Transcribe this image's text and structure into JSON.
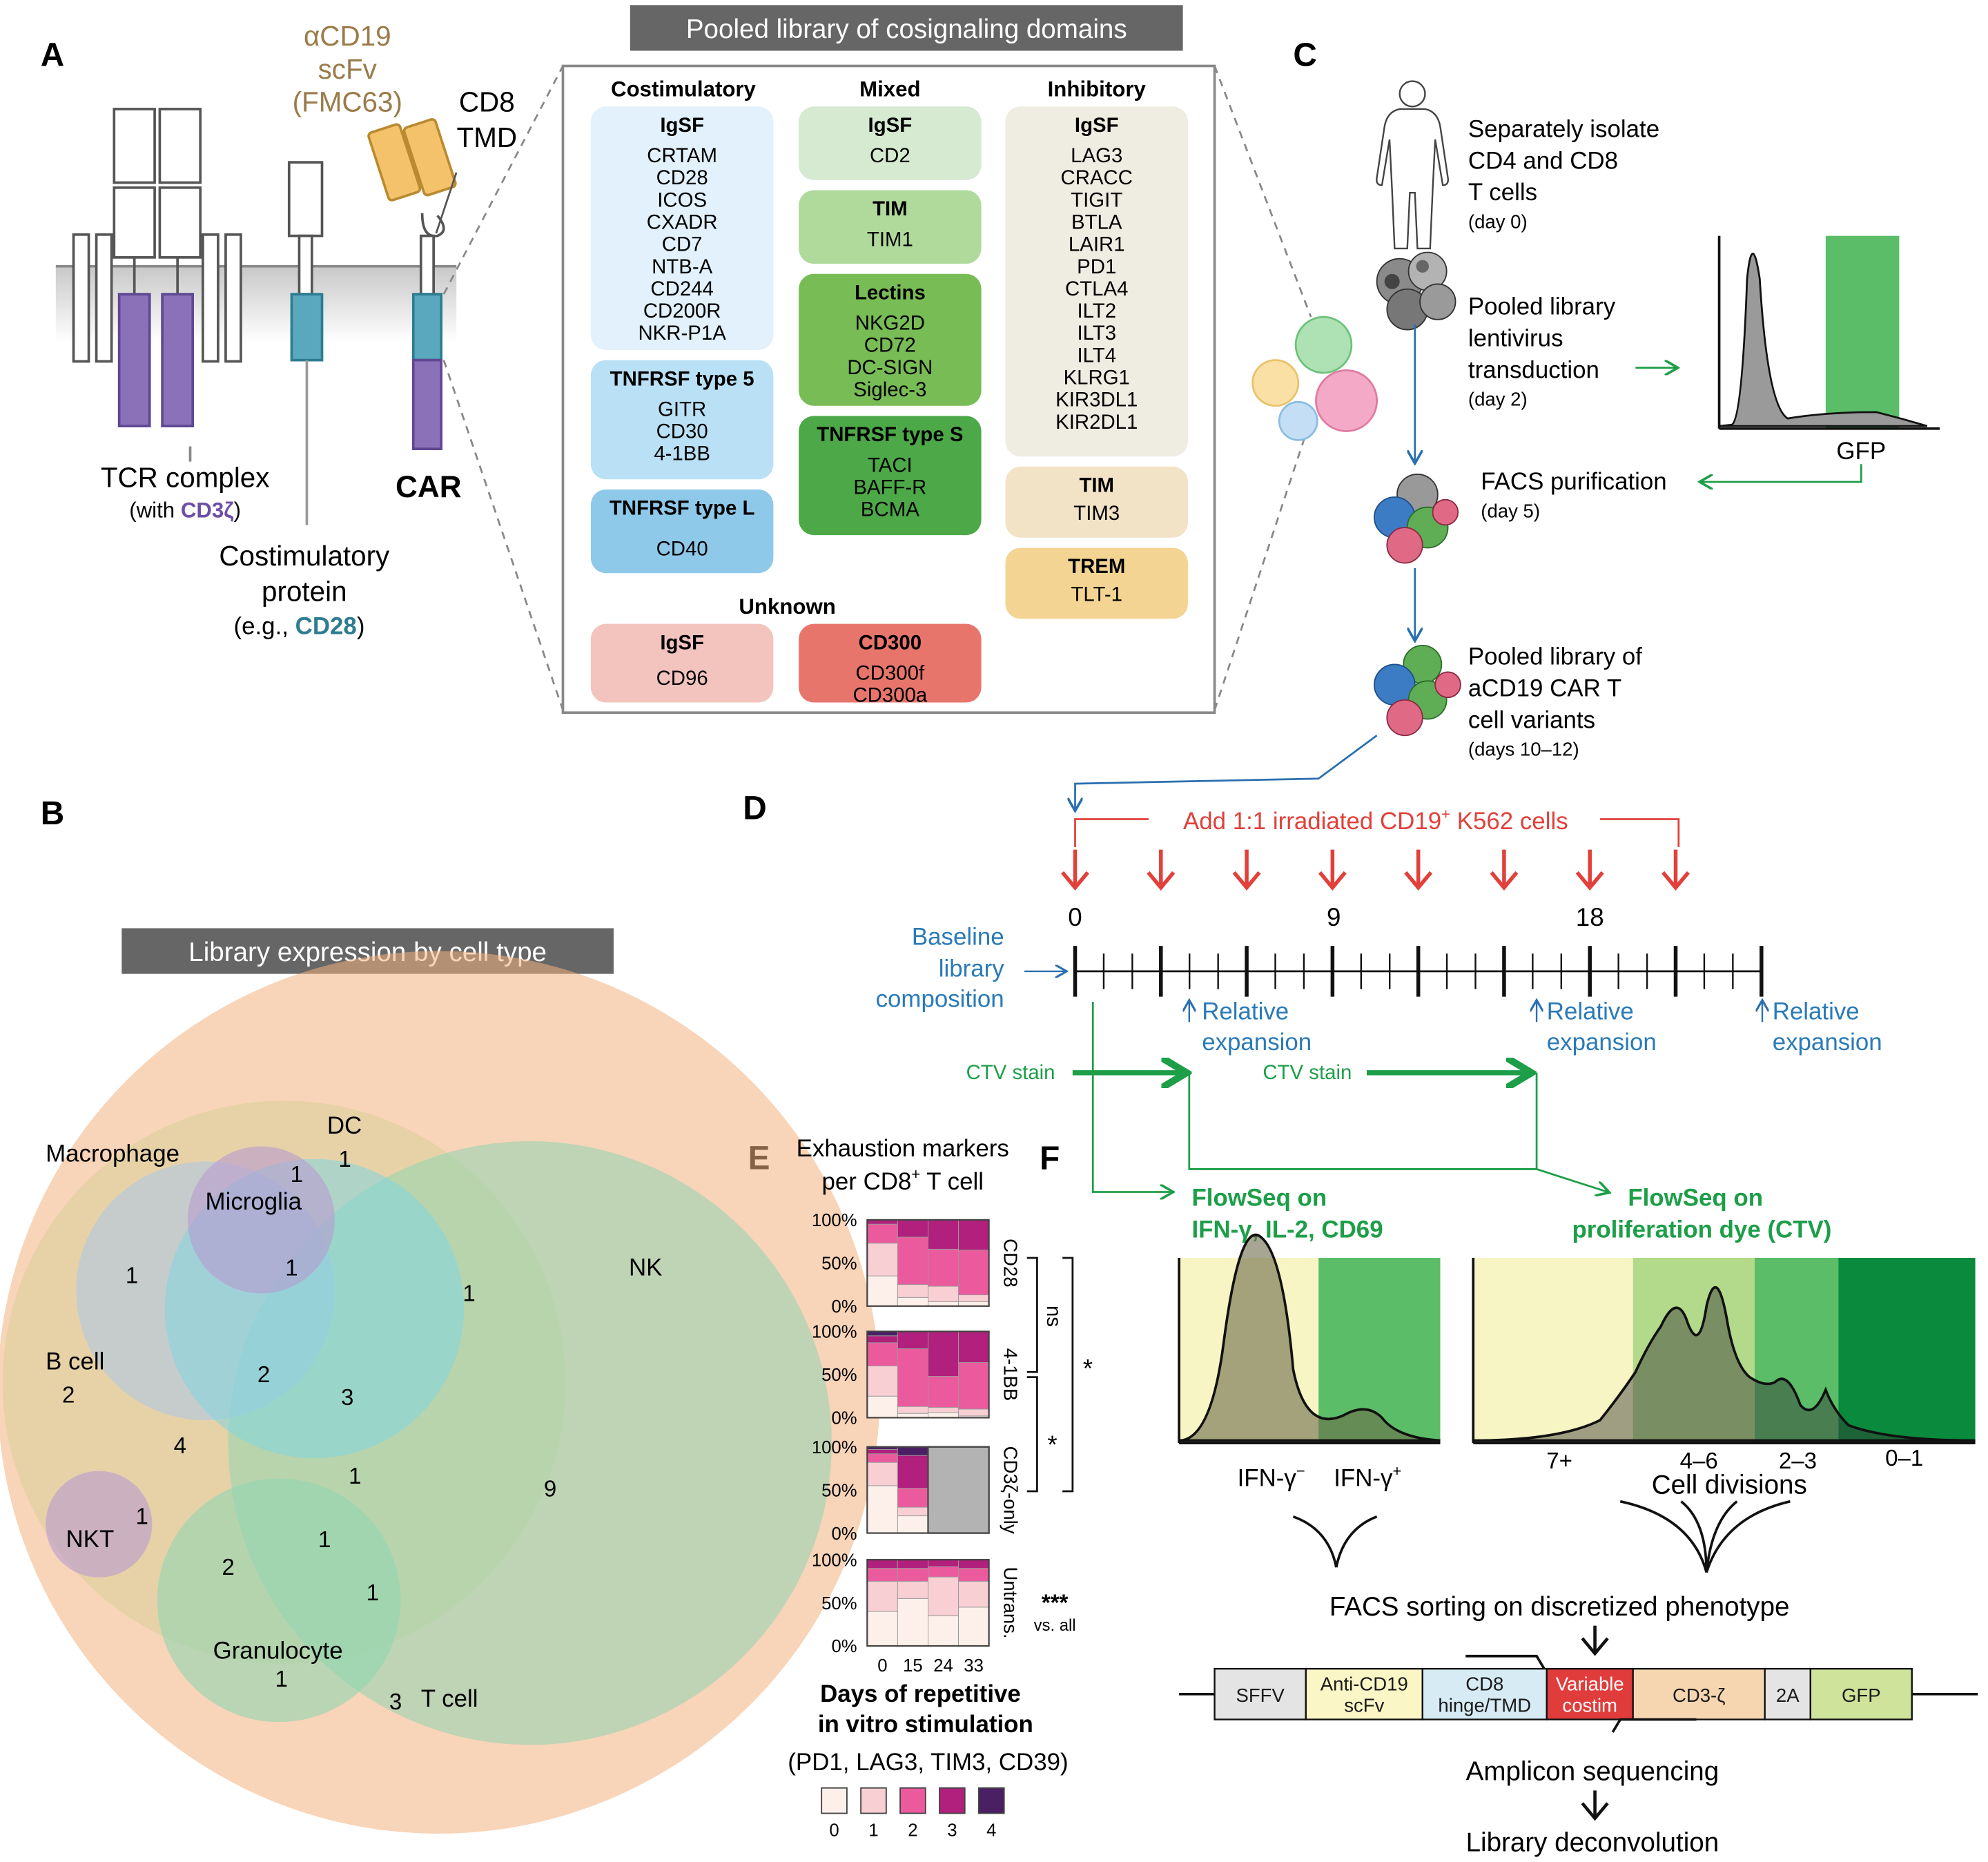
{
  "panels": {
    "a": "A",
    "b": "B",
    "c": "C",
    "d": "D",
    "e": "E",
    "f": "F"
  },
  "panel_a": {
    "scfv_label": [
      "αCD19",
      "scFv",
      "(FMC63)"
    ],
    "tmd_label": [
      "CD8",
      "TMD"
    ],
    "tcr_label": "TCR complex",
    "tcr_sub_prefix": "(with ",
    "tcr_sub_highlight": "CD3ζ",
    "tcr_sub_suffix": ")",
    "costim_label": [
      "Costimulatory",
      "protein"
    ],
    "costim_sub_prefix": "(e.g., ",
    "costim_sub_highlight": "CD28",
    "costim_sub_suffix": ")",
    "car_label": "CAR"
  },
  "library": {
    "title": "Pooled library of cosignaling domains",
    "col_costim": "Costimulatory",
    "col_mixed": "Mixed",
    "col_inhib": "Inhibitory",
    "unknown": "Unknown",
    "groups": [
      {
        "id": "costim-igsf",
        "title": "IgSF",
        "items": [
          "CRTAM",
          "CD28",
          "ICOS",
          "CXADR",
          "CD7",
          "NTB-A",
          "CD244",
          "CD200R",
          "NKR-P1A"
        ],
        "color": "#e2f1fb"
      },
      {
        "id": "costim-tnfrsf5",
        "title": "TNFRSF type 5",
        "items": [
          "GITR",
          "CD30",
          "4-1BB"
        ],
        "color": "#b9e0f5"
      },
      {
        "id": "costim-tnfrsfl",
        "title": "TNFRSF type L",
        "items": [
          "CD40"
        ],
        "color": "#8fc9ea"
      },
      {
        "id": "mixed-igsf",
        "title": "IgSF",
        "items": [
          "CD2"
        ],
        "color": "#d5ead0"
      },
      {
        "id": "mixed-tim",
        "title": "TIM",
        "items": [
          "TIM1"
        ],
        "color": "#b0d99c"
      },
      {
        "id": "mixed-lectins",
        "title": "Lectins",
        "items": [
          "NKG2D",
          "CD72",
          "DC-SIGN",
          "Siglec-3"
        ],
        "color": "#78bc55"
      },
      {
        "id": "mixed-tnfrsfs",
        "title": "TNFRSF type S",
        "items": [
          "TACI",
          "BAFF-R",
          "BCMA"
        ],
        "color": "#4da848"
      },
      {
        "id": "inhib-igsf",
        "title": "IgSF",
        "items": [
          "LAG3",
          "CRACC",
          "TIGIT",
          "BTLA",
          "LAIR1",
          "PD1",
          "CTLA4",
          "ILT2",
          "ILT3",
          "ILT4",
          "KLRG1",
          "KIR3DL1",
          "KIR2DL1"
        ],
        "color": "#efece1"
      },
      {
        "id": "inhib-tim",
        "title": "TIM",
        "items": [
          "TIM3"
        ],
        "color": "#f2e2c6"
      },
      {
        "id": "inhib-trem",
        "title": "TREM",
        "items": [
          "TLT-1"
        ],
        "color": "#f4d492"
      },
      {
        "id": "unknown-igsf",
        "title": "IgSF",
        "items": [
          "CD96"
        ],
        "color": "#f2c4bd"
      },
      {
        "id": "unknown-cd300",
        "title": "CD300",
        "items": [
          "CD300f",
          "CD300a"
        ],
        "color": "#e8756b"
      }
    ]
  },
  "panel_b": {
    "title": "Library expression by cell type",
    "cells": [
      "Macrophage",
      "DC",
      "Microglia",
      "NK",
      "B cell",
      "NKT",
      "Granulocyte",
      "T cell"
    ],
    "counts": [
      "1",
      "1",
      "1",
      "1",
      "2",
      "1",
      "2",
      "3",
      "4",
      "1",
      "9",
      "1",
      "1",
      "2",
      "1",
      "1",
      "3"
    ],
    "colors": {
      "macrophage": "#a9c6e8",
      "dc": "#7fd5e0",
      "microglia": "#b79bd0",
      "nk": "#8fd6b0",
      "bcell": "#d8d29a",
      "nkt": "#b79bd0",
      "granulocyte": "#8fd6b0",
      "tcell": "#f2b07e"
    }
  },
  "panel_c": {
    "steps": [
      {
        "lines": [
          "Separately isolate",
          "CD4 and CD8",
          "T cells"
        ],
        "day": "(day 0)"
      },
      {
        "lines": [
          "Pooled library",
          "lentivirus",
          "transduction"
        ],
        "day": "(day 2)"
      },
      {
        "lines": [
          "FACS purification"
        ],
        "day": "(day 5)"
      },
      {
        "lines": [
          "Pooled library of",
          "aCD19 CAR T",
          "cell variants"
        ],
        "day": "(days 10–12)"
      }
    ],
    "histogram_axis": "GFP"
  },
  "panel_d": {
    "stim_label_prefix": "Add 1:1 irradiated CD19",
    "stim_label_sup": "+",
    "stim_label_suffix": " K562 cells",
    "day_ticks": [
      "0",
      "9",
      "18"
    ],
    "baseline": [
      "Baseline",
      "library",
      "composition"
    ],
    "expansion": [
      "Relative",
      "expansion"
    ],
    "ctv": "CTV stain",
    "flowseq1": [
      "FlowSeq on",
      "IFN-γ, IL-2, CD69"
    ],
    "flowseq2": [
      "FlowSeq on",
      "proliferation dye (CTV)"
    ]
  },
  "panel_e": {
    "title_line1": "Exhaustion markers",
    "title_line2_prefix": "per CD8",
    "title_line2_sup": "+",
    "title_line2_suffix": " T cell",
    "xlabel": [
      "Days of repetitive",
      "in vitro stimulation"
    ],
    "marker_list": "(PD1, LAG3, TIM3, CD39)",
    "sig_ns": "ns",
    "sig_star": "*",
    "sig_three": "***",
    "sig_vs": "vs. all",
    "palette": [
      "#fdf0ea",
      "#f8cfd3",
      "#ec5a9e",
      "#b0207c",
      "#4a1f63"
    ]
  },
  "chart_data": {
    "type": "bar",
    "stacked": true,
    "x_days": [
      "0",
      "15",
      "24",
      "33"
    ],
    "yticks": [
      "0%",
      "50%",
      "100%"
    ],
    "ylim": [
      0,
      100
    ],
    "legend_categories": [
      "0",
      "1",
      "2",
      "3",
      "4"
    ],
    "panels": [
      {
        "name": "CD28",
        "bars": [
          [
            35,
            38,
            22,
            5,
            0
          ],
          [
            10,
            15,
            55,
            20,
            0
          ],
          [
            5,
            18,
            43,
            34,
            0
          ],
          [
            5,
            8,
            52,
            35,
            0
          ]
        ]
      },
      {
        "name": "4-1BB",
        "bars": [
          [
            25,
            35,
            27,
            8,
            5
          ],
          [
            5,
            8,
            67,
            20,
            0
          ],
          [
            6,
            6,
            36,
            52,
            0
          ],
          [
            2,
            8,
            54,
            36,
            0
          ]
        ]
      },
      {
        "name": "CD3ζ-only",
        "bars": [
          [
            55,
            27,
            10,
            5,
            3
          ],
          [
            20,
            10,
            22,
            38,
            10
          ],
          null,
          null
        ]
      },
      {
        "name": "Untrans.",
        "bars": [
          [
            40,
            35,
            15,
            10,
            0
          ],
          [
            55,
            20,
            15,
            10,
            0
          ],
          [
            35,
            45,
            12,
            8,
            0
          ],
          [
            45,
            30,
            15,
            10,
            0
          ]
        ]
      }
    ]
  },
  "panel_f": {
    "ifn_neg_base": "IFN-γ",
    "ifn_neg_sup": "−",
    "ifn_pos_base": "IFN-γ",
    "ifn_pos_sup": "+",
    "div_labels": [
      "7+",
      "4–6",
      "2–3",
      "0–1"
    ],
    "div_axis": "Cell divisions",
    "sorting": "FACS sorting on discretized phenotype",
    "construct": [
      "SFFV",
      "Anti-CD19 scFv",
      "CD8 hinge/TMD",
      "Variable costim",
      "CD3-ζ",
      "2A",
      "GFP"
    ],
    "amplicon": "Amplicon sequencing",
    "deconv": "Library deconvolution"
  }
}
